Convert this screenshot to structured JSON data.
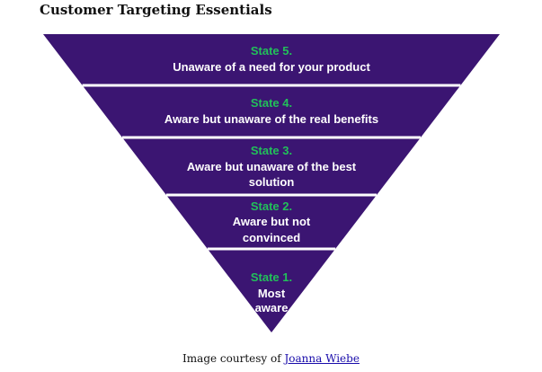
{
  "title": "Customer Targeting Essentials",
  "colors": {
    "fill": "#3b1572",
    "separator": "#ffffff",
    "state_label": "#22c05a",
    "text": "#ffffff"
  },
  "tiers": [
    {
      "state": "State 5.",
      "lines": [
        "Unaware of a need for your product"
      ]
    },
    {
      "state": "State 4.",
      "lines": [
        "Aware but unaware of the real benefits"
      ]
    },
    {
      "state": "State 3.",
      "lines": [
        "Aware but unaware of the best",
        "solution"
      ]
    },
    {
      "state": "State 2.",
      "lines": [
        "Aware but not",
        "convinced"
      ]
    },
    {
      "state": "State 1.",
      "lines": [
        "Most",
        "aware"
      ]
    }
  ],
  "caption": {
    "prefix": "Image courtesy of ",
    "link": "Joanna Wiebe"
  }
}
